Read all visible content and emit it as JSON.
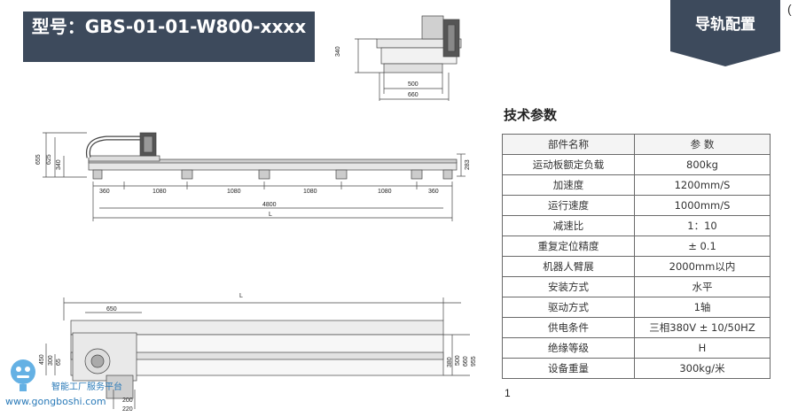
{
  "header": {
    "model_title": "型号：GBS-01-01-W800-xxxx",
    "section_tab": "导轨配置",
    "corner_mark": "("
  },
  "top_view_dims": {
    "height": "340",
    "inner_width": "500",
    "outer_width": "660"
  },
  "side_view_dims": {
    "total_height": "655",
    "mid_height": "625",
    "low_height": "340",
    "rail_height": "283",
    "end_left": "360",
    "pitch1": "1080",
    "pitch2": "1080",
    "pitch3": "1080",
    "pitch4": "1080",
    "end_right": "360",
    "stroke": "4800",
    "length": "L"
  },
  "bottom_view_dims": {
    "length": "L",
    "offset": "650",
    "left_450": "450",
    "left_300": "300",
    "left_65": "65",
    "right_380": "380",
    "right_500": "500",
    "right_660": "660",
    "right_955": "955",
    "bottom_200": "200",
    "bottom_220": "220"
  },
  "specs": {
    "title": "技术参数",
    "columns": [
      "部件名称",
      "参  数"
    ],
    "rows": [
      [
        "运动板额定负载",
        "800kg"
      ],
      [
        "加速度",
        "1200mm/S"
      ],
      [
        "运行速度",
        "1000mm/S"
      ],
      [
        "减速比",
        "1：10"
      ],
      [
        "重复定位精度",
        "± 0.1"
      ],
      [
        "机器人臂展",
        "2000mm以内"
      ],
      [
        "安装方式",
        "水平"
      ],
      [
        "驱动方式",
        "1轴"
      ],
      [
        "供电条件",
        "三相380V ± 10/50HZ"
      ],
      [
        "绝缘等级",
        "H"
      ],
      [
        "设备重量",
        "300kg/米"
      ]
    ]
  },
  "page_number": "1",
  "watermark": {
    "text": "智能工厂服务平台",
    "url": "www.gongboshi.com"
  }
}
